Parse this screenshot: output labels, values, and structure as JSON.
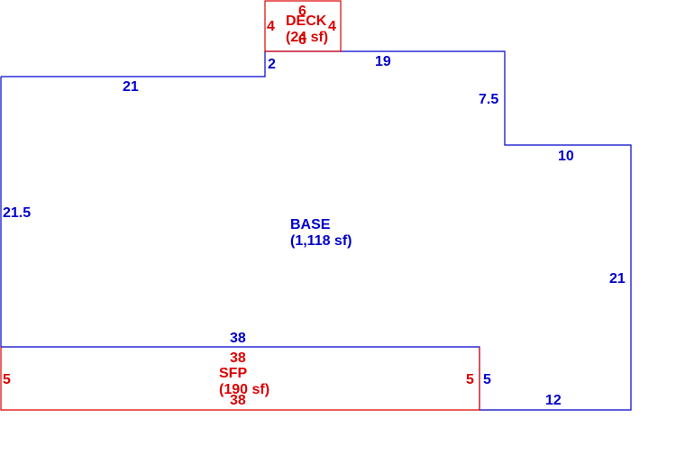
{
  "colors": {
    "base": "#0000cc",
    "addition": "#dd0000"
  },
  "areas": {
    "base": {
      "name": "BASE",
      "size": "(1,118 sf)"
    },
    "deck": {
      "name": "DECK",
      "size": "(24 sf)"
    },
    "sfp": {
      "name": "SFP",
      "size": "(190 sf)"
    }
  },
  "dimensions": {
    "base": {
      "top_left": "21",
      "step_up": "2",
      "top_right": "19",
      "right_upper": "7.5",
      "right_step": "10",
      "right_lower": "21",
      "bottom_right": "12",
      "bottom_step": "5",
      "bottom_left": "38",
      "left": "21.5"
    },
    "deck": {
      "top": "6",
      "bottom": "6",
      "left": "4",
      "right": "4"
    },
    "sfp": {
      "top": "38",
      "bottom": "38",
      "left": "5",
      "right": "5"
    }
  }
}
